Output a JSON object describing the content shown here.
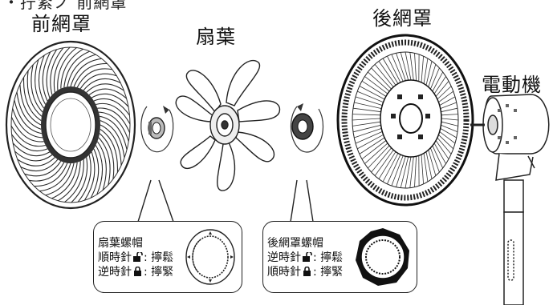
{
  "top_partial_text": "・拧紧ノ   前網罩",
  "labels": {
    "front_guard": "前網罩",
    "blade": "扇葉",
    "rear_guard": "後網罩",
    "motor": "電動機"
  },
  "callout_left": {
    "title": "扇葉螺帽",
    "line1": "順時針",
    "line1_action": ": 擰鬆",
    "line2": "逆時針",
    "line2_action": ": 擰緊"
  },
  "callout_right": {
    "title": "後網罩螺帽",
    "line1": "逆時針",
    "line1_action": ": 擰鬆",
    "line2": "順時針",
    "line2_action": ": 擰緊"
  },
  "icons": [
    "unlock-icon",
    "lock-icon",
    "rotate-arrow-icon"
  ]
}
